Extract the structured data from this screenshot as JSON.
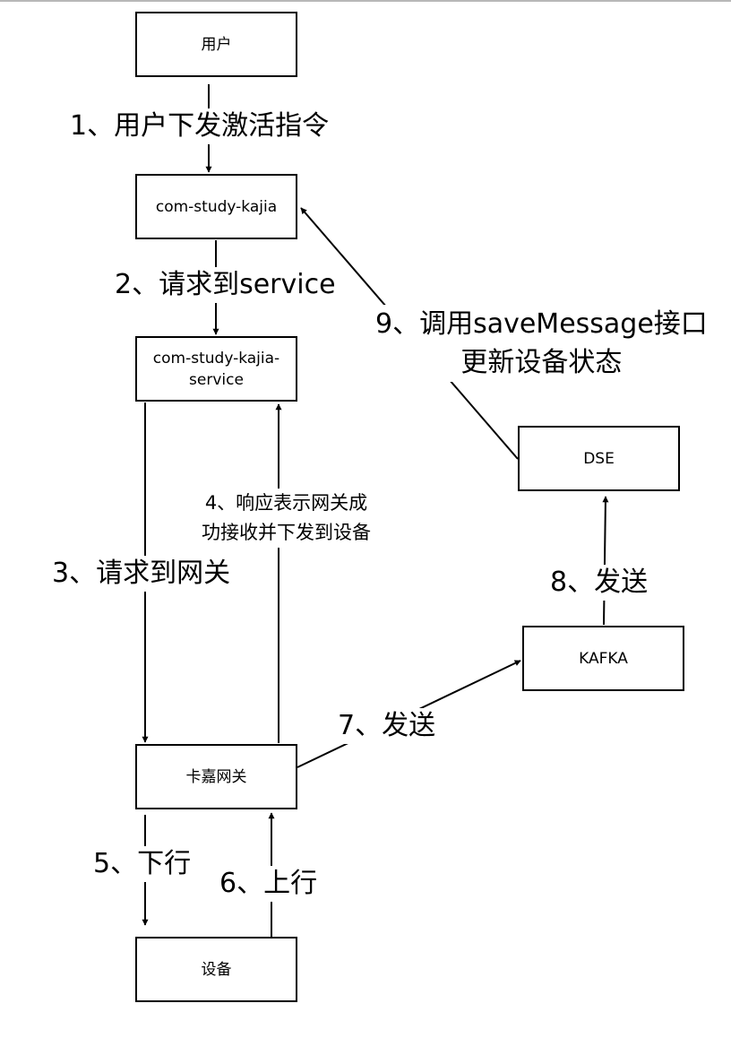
{
  "nodes": {
    "user": "用户",
    "kajia": "com-study-kajia",
    "kajia_service": "com-study-kajia-\nservice",
    "gateway": "卡嘉网关",
    "device": "设备",
    "kafka": "KAFKA",
    "dse": "DSE"
  },
  "edges": {
    "step1": "1、用户下发激活指令",
    "step2": "2、请求到service",
    "step3": "3、请求到网关",
    "step4": "4、响应表示网关成\n功接收并下发到设备",
    "step5": "5、下行",
    "step6": "6、上行",
    "step7": "7、发送",
    "step8": "8、发送",
    "step9": "9、调用saveMessage接口\n更新设备状态"
  },
  "colors": {
    "line": "#000000",
    "background": "#ffffff"
  }
}
